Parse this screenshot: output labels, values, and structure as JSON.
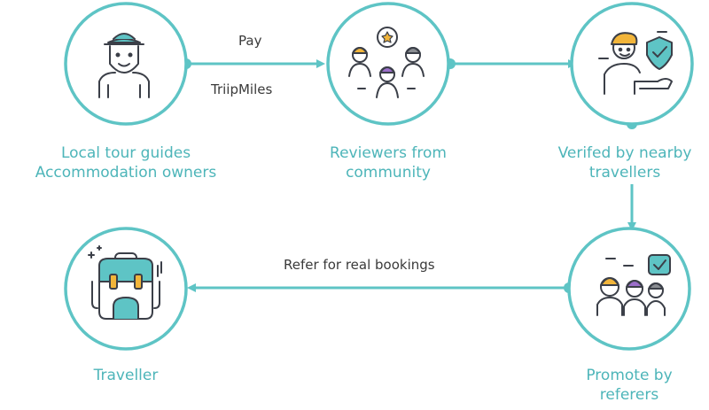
{
  "colors": {
    "teal": "#5ec4c5",
    "teal_text": "#4db5b9",
    "dark_line": "#3b3f48",
    "yellow": "#f2b53a",
    "purple": "#9b6ec9",
    "gray": "#8a8d92",
    "bag_teal": "#5ec4c5",
    "bag_orange": "#f2b53a"
  },
  "nodes": {
    "guides": {
      "line1": "Local tour guides",
      "line2": "Accommodation owners",
      "icon": "tour-guide-icon"
    },
    "reviewers": {
      "line1": "Reviewers from",
      "line2": "community",
      "icon": "reviewer-group-icon"
    },
    "verified": {
      "line1": "Verifed by nearby",
      "line2": "travellers",
      "icon": "verified-shield-icon"
    },
    "promote": {
      "line1": "Promote by",
      "line2": "referers",
      "icon": "referer-group-icon"
    },
    "traveller": {
      "line1": "Traveller",
      "icon": "backpack-icon"
    }
  },
  "edges": {
    "pay": "Pay",
    "triipmiles": "TriipMiles",
    "refer": "Refer for real bookings"
  }
}
